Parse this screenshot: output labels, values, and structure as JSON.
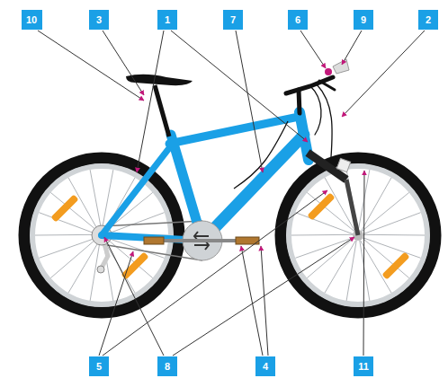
{
  "diagram": {
    "nodes": [
      {
        "text": [
          "10"
        ]
      },
      {
        "text": [
          "3"
        ]
      },
      {
        "text": [
          "1"
        ]
      },
      {
        "text": [
          "7"
        ]
      },
      {
        "text": [
          "6"
        ]
      },
      {
        "text": [
          "9"
        ]
      },
      {
        "text": [
          "2"
        ]
      },
      {
        "text": [
          "5"
        ]
      },
      {
        "text": [
          "8"
        ]
      },
      {
        "text": [
          "4"
        ]
      },
      {
        "text": [
          "11"
        ]
      }
    ]
  }
}
